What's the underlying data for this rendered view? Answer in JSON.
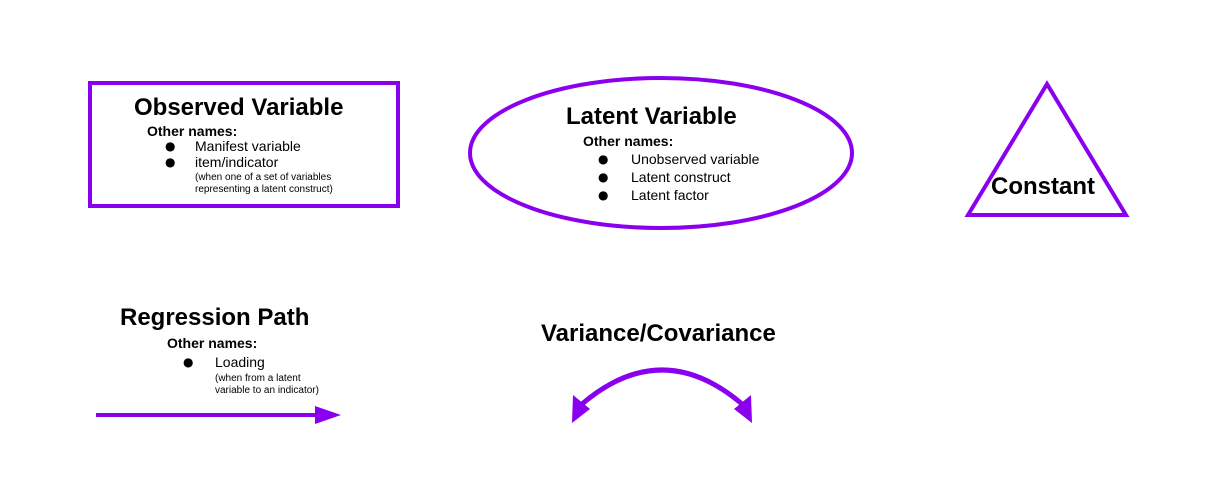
{
  "accent_color": "#8a00ee",
  "observed": {
    "title": "Observed Variable",
    "other_names_label": "Other names:",
    "items": [
      "Manifest variable",
      "item/indicator"
    ],
    "note_lines": [
      "(when one of a set of variables",
      "representing a latent construct)"
    ]
  },
  "latent": {
    "title": "Latent Variable",
    "other_names_label": "Other names:",
    "items": [
      "Unobserved variable",
      "Latent construct",
      "Latent factor"
    ]
  },
  "constant": {
    "title": "Constant"
  },
  "regression": {
    "title": "Regression Path",
    "other_names_label": "Other names:",
    "items": [
      "Loading"
    ],
    "note_lines": [
      "(when from a latent",
      "variable to an indicator)"
    ]
  },
  "variance": {
    "title": "Variance/Covariance"
  },
  "bullet_glyph": "●"
}
